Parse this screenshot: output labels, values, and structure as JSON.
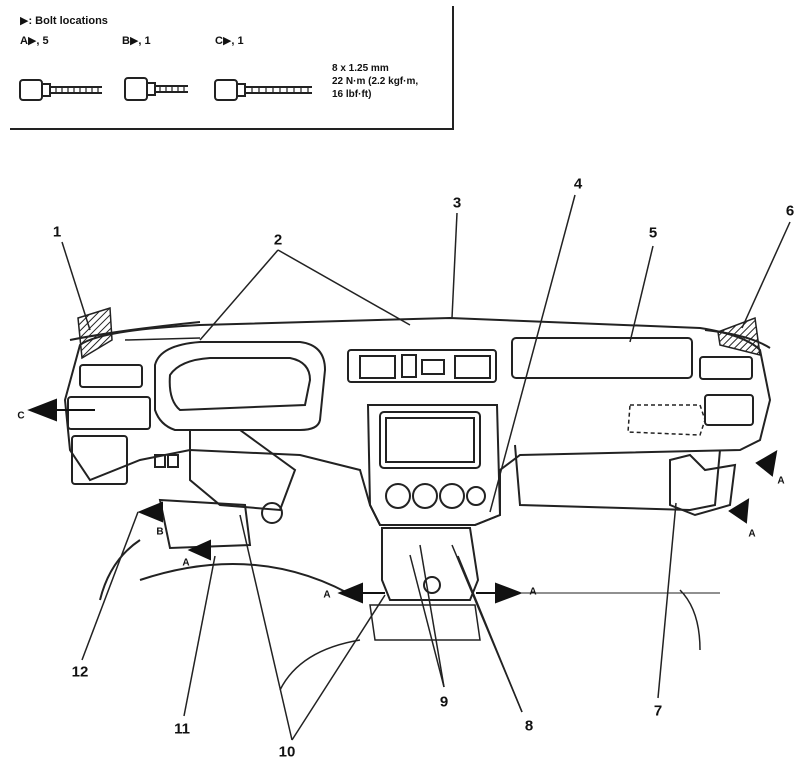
{
  "legend": {
    "title": "▶: Bolt locations",
    "locations": [
      {
        "letter": "A",
        "text": "A▶, 5"
      },
      {
        "letter": "B",
        "text": "B▶, 1"
      },
      {
        "letter": "C",
        "text": "C▶, 1"
      }
    ],
    "spec": {
      "size": "8 x 1.25 mm",
      "torque": "22 N·m (2.2 kgf·m,",
      "torque_imperial": "16 lbf·ft)"
    }
  },
  "callouts": [
    "1",
    "2",
    "3",
    "4",
    "5",
    "6",
    "7",
    "8",
    "9",
    "10",
    "11",
    "12"
  ],
  "bolt_markers": {
    "a": "A",
    "b": "B",
    "c": "C"
  }
}
